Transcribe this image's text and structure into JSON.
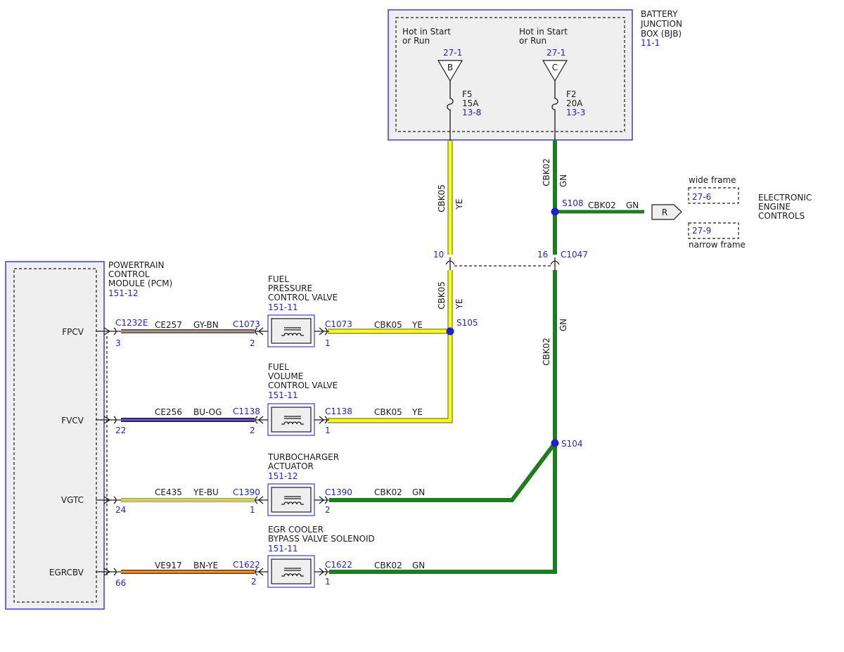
{
  "bjb": {
    "name_lines": [
      "BATTERY",
      "JUNCTION",
      "BOX (BJB)"
    ],
    "ref": "11-1",
    "left": {
      "supply_lines": [
        "Hot in Start",
        "or Run"
      ],
      "ref": "27-1",
      "letter": "B",
      "fuse": "F5",
      "amps": "15A",
      "fuse_ref": "13-8"
    },
    "right": {
      "supply_lines": [
        "Hot in Start",
        "or Run"
      ],
      "ref": "27-1",
      "letter": "C",
      "fuse": "F2",
      "amps": "20A",
      "fuse_ref": "13-3"
    }
  },
  "pcm": {
    "name_lines": [
      "POWERTRAIN",
      "CONTROL",
      "MODULE (PCM)"
    ],
    "ref": "151-12",
    "connector": "C1232E",
    "pins": [
      {
        "label": "FPCV",
        "pin": "3"
      },
      {
        "label": "FVCV",
        "pin": "22"
      },
      {
        "label": "VGTC",
        "pin": "24"
      },
      {
        "label": "EGRCBV",
        "pin": "66"
      }
    ]
  },
  "components": [
    {
      "name_lines": [
        "FUEL",
        "PRESSURE",
        "CONTROL VALVE"
      ],
      "ref": "151-11",
      "pcm_wire": "CE257",
      "pcm_color": "GY-BN",
      "conn": "C1073",
      "pin_in": "2",
      "pin_out": "1",
      "out_wire": "CBK05",
      "out_color": "YE"
    },
    {
      "name_lines": [
        "FUEL",
        "VOLUME",
        "CONTROL VALVE"
      ],
      "ref": "151-11",
      "pcm_wire": "CE256",
      "pcm_color": "BU-OG",
      "conn": "C1138",
      "pin_in": "2",
      "pin_out": "1",
      "out_wire": "CBK05",
      "out_color": "YE"
    },
    {
      "name_lines": [
        "TURBOCHARGER",
        "ACTUATOR"
      ],
      "ref": "151-12",
      "pcm_wire": "CE435",
      "pcm_color": "YE-BU",
      "conn": "C1390",
      "pin_in": "1",
      "pin_out": "2",
      "out_wire": "CBK02",
      "out_color": "GN"
    },
    {
      "name_lines": [
        "EGR COOLER",
        "BYPASS VALVE SOLENOID"
      ],
      "ref": "151-11",
      "pcm_wire": "VE917",
      "pcm_color": "BN-YE",
      "conn": "C1622",
      "pin_in": "2",
      "pin_out": "1",
      "out_wire": "CBK02",
      "out_color": "GN"
    }
  ],
  "wires": {
    "ye_circuit": "CBK05",
    "ye_color": "YE",
    "gn_circuit": "CBK02",
    "gn_color": "GN"
  },
  "inline_connector": {
    "name": "C1047",
    "pin_ye": "10",
    "pin_gn": "16"
  },
  "splices": {
    "ye": "S105",
    "gn_top": "S108",
    "gn_bottom": "S104"
  },
  "eec": {
    "letter": "R",
    "wide_label": "wide frame",
    "wide_ref": "27-6",
    "narrow_ref": "27-9",
    "narrow_label": "narrow frame",
    "name_lines": [
      "ELECTRONIC",
      "ENGINE",
      "CONTROLS"
    ]
  },
  "colors": {
    "yellow": "#ffff00",
    "green": "#1e7d1e",
    "ref_blue": "#1f1fd6",
    "gy_bn": "#8a6a5a",
    "bu_og": "#2b2bb8",
    "ye_bu": "#d8d84a",
    "bn_ye": "#cc5a10"
  }
}
